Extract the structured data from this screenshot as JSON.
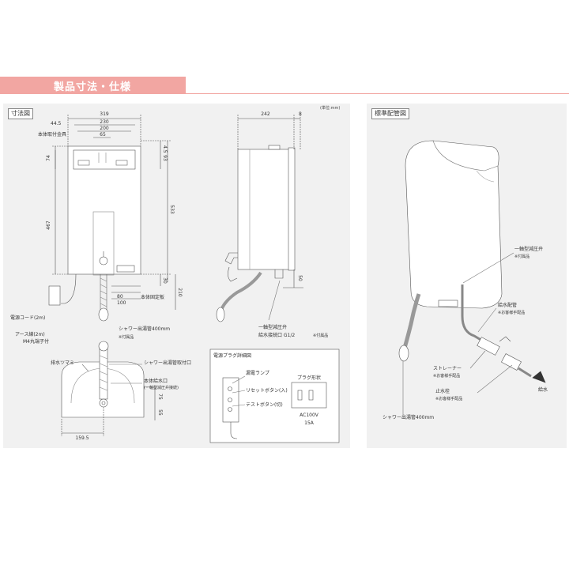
{
  "header": {
    "title": "製品寸法・仕様"
  },
  "dimensions_panel": {
    "tag": "寸法図",
    "unit_note": "(単位:mm)",
    "front": {
      "width_total": "319",
      "width_2": "230",
      "width_3": "200",
      "width_4": "65",
      "left_offset": "44.5",
      "right_top": "4.5",
      "bracket_label": "本体取付金具",
      "left_74": "74",
      "right_93": "93",
      "height_total": "467",
      "height_533": "533",
      "dim_30": "30",
      "dim_80": "80",
      "dim_100": "100",
      "dim_210": "210",
      "fixing_plate": "本体固定板",
      "cord_label": "電源コード(2m)",
      "earth_label": "アース線(2m)",
      "terminal_label": "M4丸端子付",
      "shower_hose": "シャワー出湯管400mm",
      "included_1": "※付属品"
    },
    "side": {
      "depth_242": "242",
      "depth_8": "8",
      "dim_50": "50",
      "valve_label": "一軸型減圧弁",
      "inlet_label": "給水接続口 G1/2",
      "included_2": "※付属品"
    },
    "bottom": {
      "drain_knob": "排水ツマミ",
      "shower_outlet": "シャワー出湯管取付口",
      "inlet": "本体給水口",
      "inlet_note": "(一軸型減圧弁接続)",
      "dim_75": "75",
      "dim_55": "55",
      "dim_159": "159.5"
    },
    "plug": {
      "title": "電源プラグ詳細図",
      "lamp": "漏電ランプ",
      "reset": "リセットボタン(入)",
      "test": "テストボタン(切)",
      "shape_title": "プラグ形状",
      "voltage": "AC100V",
      "amp": "15A"
    }
  },
  "piping_panel": {
    "tag": "標準配管図",
    "valve": "一軸型減圧弁",
    "valve_note": "※付属品",
    "supply_pipe": "給水配管",
    "supply_note": "※お客様手配品",
    "strainer": "ストレーナー",
    "strainer_note": "※お客様手配品",
    "water_in": "給水",
    "stop_valve": "止水栓",
    "stop_note": "※お客様手配品",
    "shower": "シャワー出湯管400mm"
  }
}
